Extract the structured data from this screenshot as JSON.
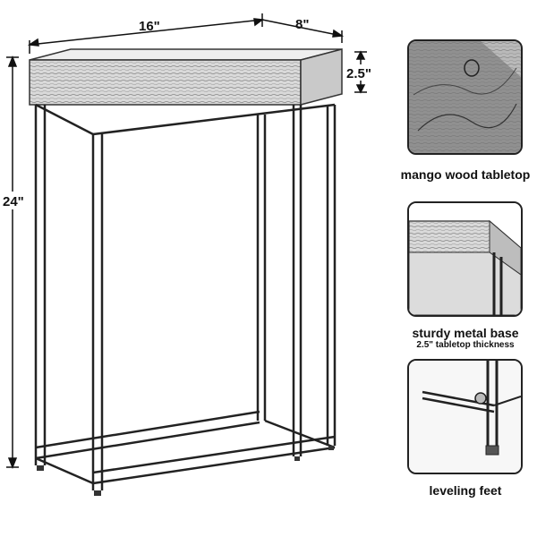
{
  "dimensions": {
    "width": "16\"",
    "depth": "8\"",
    "height": "24\"",
    "top_thickness": "2.5\""
  },
  "callouts": [
    {
      "title": "mango wood tabletop",
      "subtitle": ""
    },
    {
      "title": "sturdy metal base",
      "subtitle": "2.5\" tabletop thickness"
    },
    {
      "title": "leveling feet",
      "subtitle": ""
    }
  ]
}
